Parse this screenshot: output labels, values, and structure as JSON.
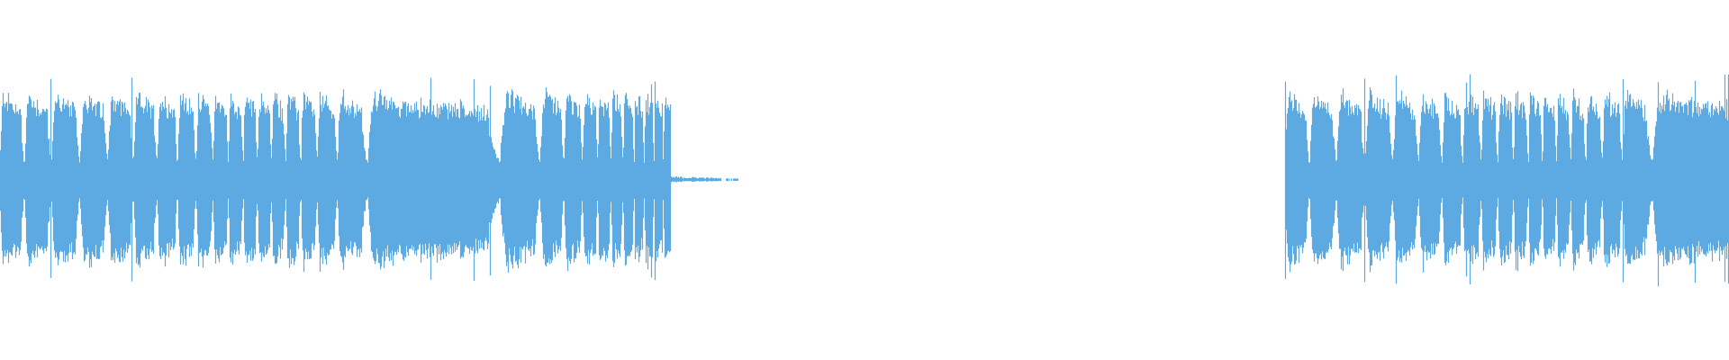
{
  "waveform": {
    "color": "#5DAAE2",
    "background": "#FFFFFF",
    "segments": [
      {
        "name": "segment-1",
        "start_fraction": 0.0,
        "end_fraction": 0.388,
        "tail_end_fraction": 0.427,
        "amplitude": 0.8,
        "peak_amplitude": 0.95
      },
      {
        "name": "segment-2",
        "start_fraction": 0.743,
        "end_fraction": 1.0,
        "amplitude": 0.8,
        "peak_amplitude": 0.98
      }
    ]
  }
}
